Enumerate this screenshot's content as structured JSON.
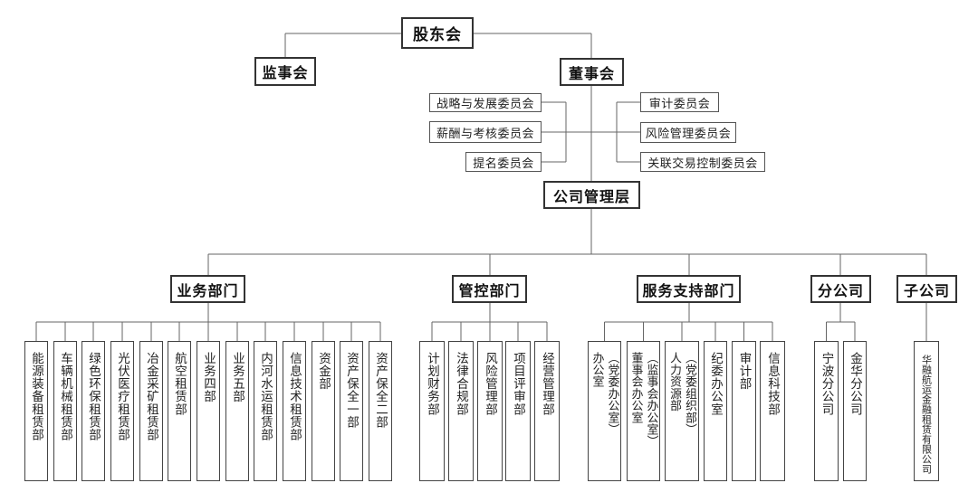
{
  "shareholders": {
    "label": "股东会"
  },
  "supervisory_board": {
    "label": "监事会"
  },
  "board": {
    "label": "董事会",
    "committees_left": [
      {
        "label": "战略与发展委员会"
      },
      {
        "label": "薪酬与考核委员会"
      },
      {
        "label": "提名委员会"
      }
    ],
    "committees_right": [
      {
        "label": "审计委员会"
      },
      {
        "label": "风险管理委员会"
      },
      {
        "label": "关联交易控制委员会"
      }
    ]
  },
  "management": {
    "label": "公司管理层"
  },
  "divisions": [
    {
      "label": "业务部门",
      "units": [
        {
          "name": "能源装备租赁部"
        },
        {
          "name": "车辆机械租赁部"
        },
        {
          "name": "绿色环保租赁部"
        },
        {
          "name": "光伏医疗租赁部"
        },
        {
          "name": "冶金采矿租赁部"
        },
        {
          "name": "航空租赁部"
        },
        {
          "name": "业务四部"
        },
        {
          "name": "业务五部"
        },
        {
          "name": "内河水运租赁部"
        },
        {
          "name": "信息技术租赁部"
        },
        {
          "name": "资金部"
        },
        {
          "name": "资产保全一部"
        },
        {
          "name": "资产保全二部"
        }
      ]
    },
    {
      "label": "管控部门",
      "units": [
        {
          "name": "计划财务部"
        },
        {
          "name": "法律合规部"
        },
        {
          "name": "风险管理部"
        },
        {
          "name": "项目评审部"
        },
        {
          "name": "经营管理部"
        }
      ]
    },
    {
      "label": "服务支持部门",
      "units": [
        {
          "name": "办公室",
          "note": "（党委办公室）"
        },
        {
          "name": "董事会办公室",
          "note": "（监事会办公室）"
        },
        {
          "name": "人力资源部",
          "note": "（党委组织部）"
        },
        {
          "name": "纪委办公室"
        },
        {
          "name": "审计部"
        },
        {
          "name": "信息科技部"
        }
      ]
    },
    {
      "label": "分公司",
      "units": [
        {
          "name": "宁波分公司"
        },
        {
          "name": "金华分公司"
        }
      ]
    },
    {
      "label": "子公司",
      "units": [
        {
          "name": "华融航运金融租赁有限公司"
        }
      ]
    }
  ]
}
